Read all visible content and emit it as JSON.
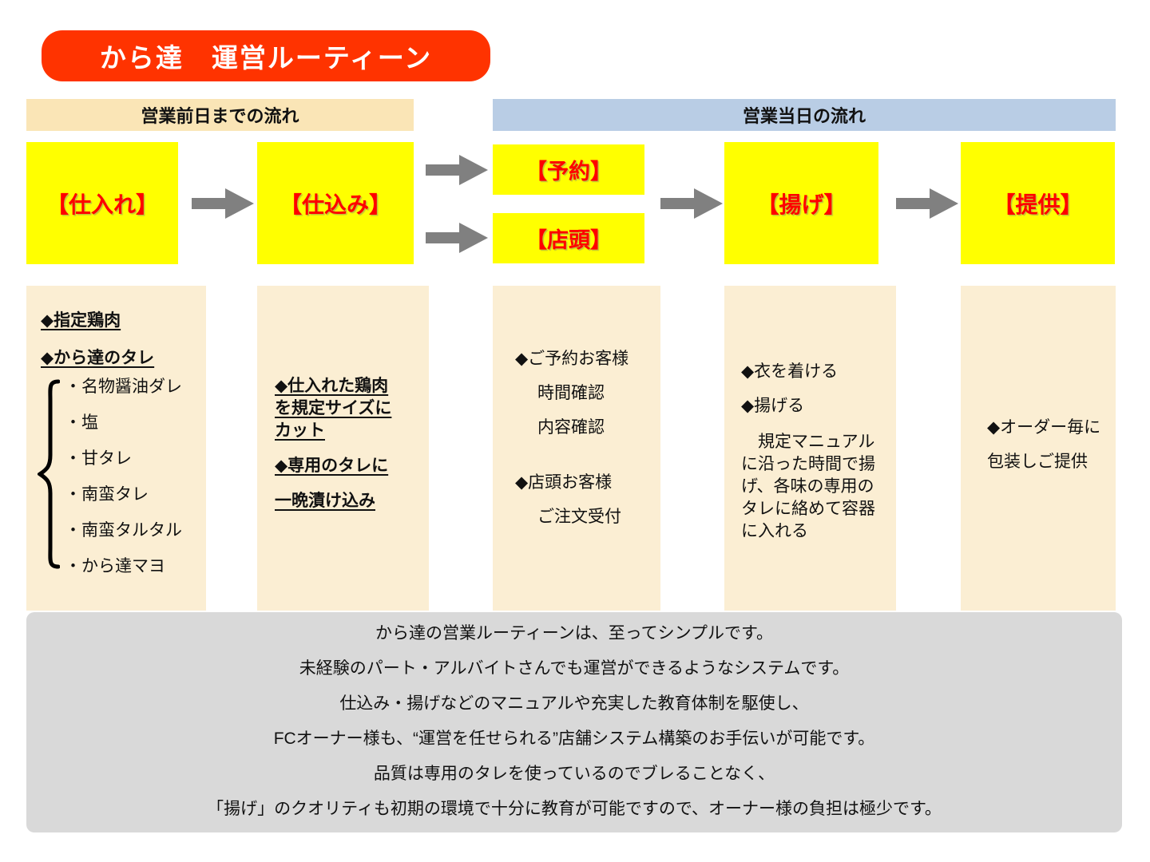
{
  "title": "から達　運営ルーティーン",
  "section_headers": {
    "before_day": "営業前日までの流れ",
    "same_day": "営業当日の流れ"
  },
  "stages": {
    "shiire": "【仕入れ】",
    "shikomi": "【仕込み】",
    "yoyaku": "【予約】",
    "tento": "【店頭】",
    "age": "【揚げ】",
    "teikyo": "【提供】"
  },
  "columns": {
    "shiire": {
      "heading1": "◆指定鶏肉",
      "heading2": "◆から達のタレ",
      "sauces": [
        "・名物醤油ダレ",
        "・塩",
        "・甘タレ",
        "・南蛮タレ",
        "・南蛮タルタル",
        "・から達マヨ"
      ]
    },
    "shikomi": {
      "step1": "◆仕入れた鶏肉を規定サイズにカット",
      "step2": "◆専用のタレに",
      "step3": "一晩漬け込み"
    },
    "order": {
      "line1": "◆ご予約お客様",
      "line2": "時間確認",
      "line3": "内容確認",
      "line4": "◆店頭お客様",
      "line5": "ご注文受付"
    },
    "age": {
      "line1": "◆衣を着ける",
      "line2": "◆揚げる",
      "para": "　規定マニュアルに沿った時間で揚げ、各味の専用のタレに絡めて容器に入れる"
    },
    "teikyo": {
      "line1": "◆オーダー毎に",
      "line2": "包装しご提供"
    }
  },
  "footer": {
    "lines": [
      "から達の営業ルーティーンは、至ってシンプルです。",
      "未経験のパート・アルバイトさんでも運営ができるようなシステムです。",
      "仕込み・揚げなどのマニュアルや充実した教育体制を駆使し、",
      "FCオーナー様も、“運営を任せられる”店舗システム構築のお手伝いが可能です。",
      "品質は専用のタレを使っているのでブレることなく、",
      "「揚げ」のクオリティも初期の環境で十分に教育が可能ですので、オーナー様の負担は極少です。"
    ]
  },
  "colors": {
    "title_bg": "#FF3300",
    "stage_bg": "#FFFF00",
    "stage_text": "#FF0000",
    "header_before_bg": "#FAE5B6",
    "header_sameday_bg": "#B9CDE5",
    "column_bg": "#FBEED3",
    "footer_bg": "#D9D9D9",
    "arrow": "#808080"
  }
}
